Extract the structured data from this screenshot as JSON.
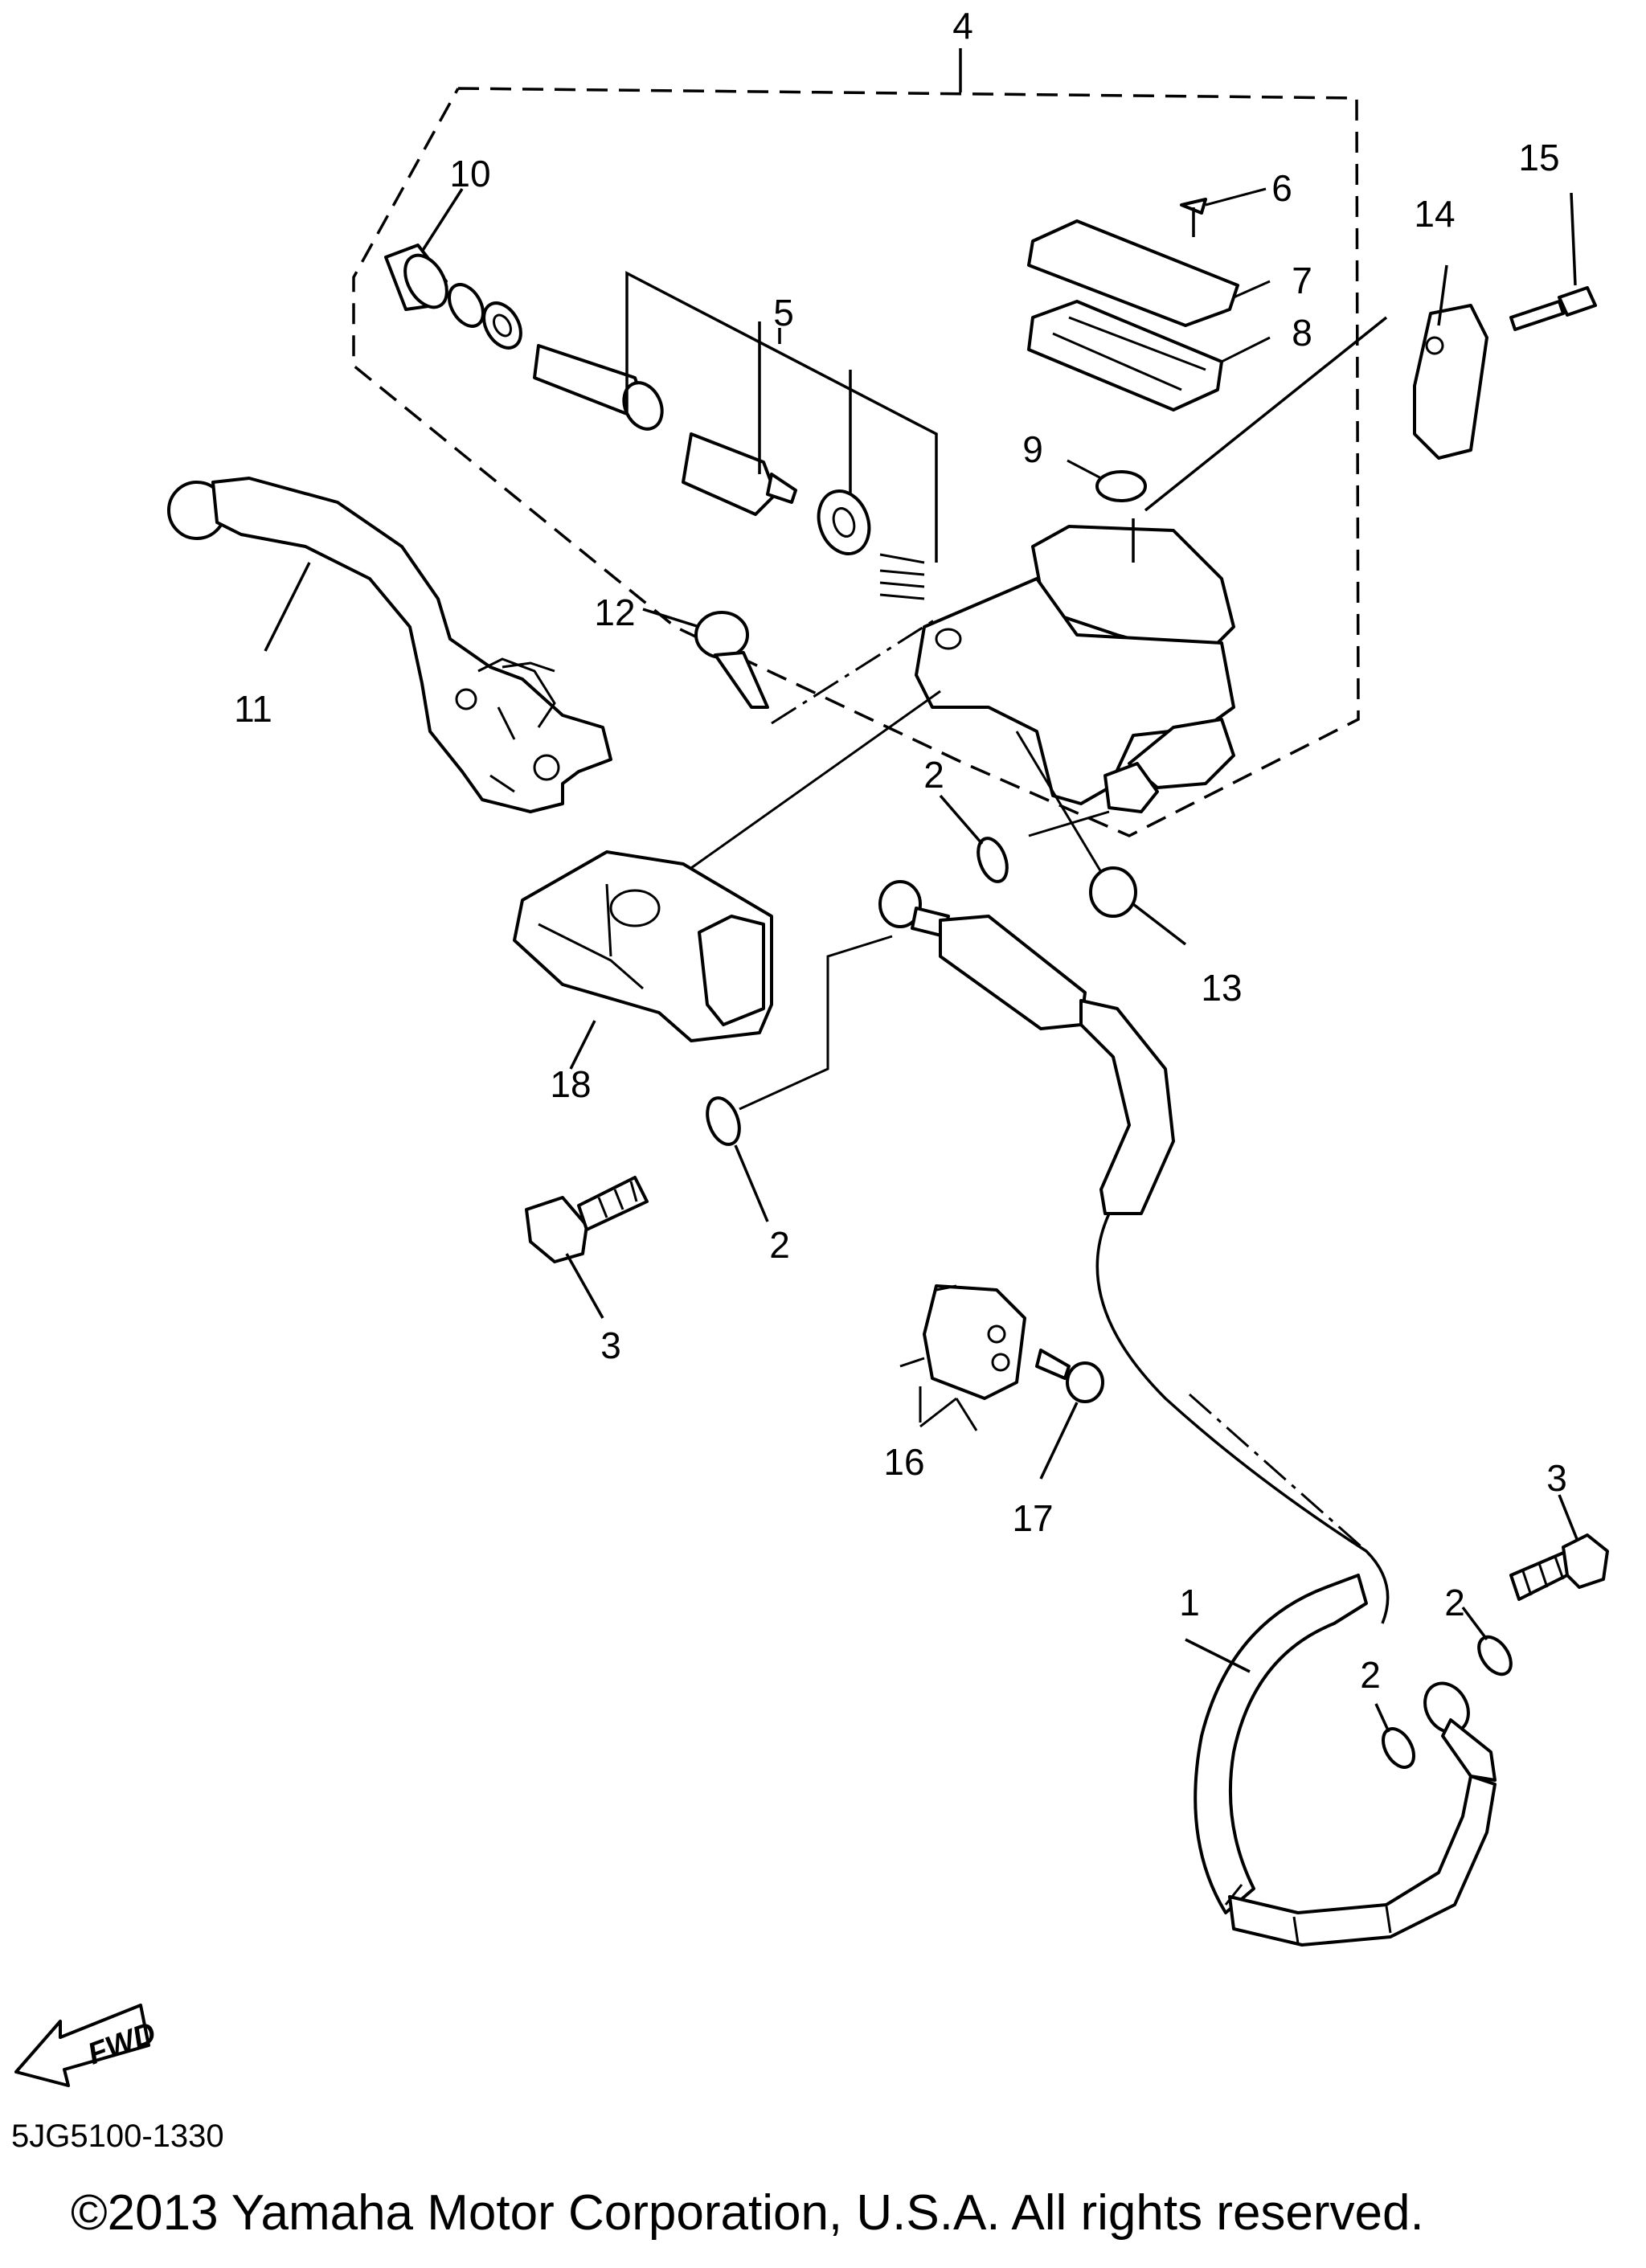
{
  "callouts": {
    "c1": "1",
    "c2a": "2",
    "c2b": "2",
    "c2c": "2",
    "c2d": "2",
    "c3a": "3",
    "c3b": "3",
    "c4": "4",
    "c5": "5",
    "c6": "6",
    "c7": "7",
    "c8": "8",
    "c9": "9",
    "c10": "10",
    "c11": "11",
    "c12": "12",
    "c13": "13",
    "c14": "14",
    "c15": "15",
    "c16": "16",
    "c17": "17",
    "c18": "18"
  },
  "fwd_arrow_label": "FWD",
  "diagram_code": "5JG5100-1330",
  "copyright": "©2013 Yamaha Motor Corporation, U.S.A. All rights reserved."
}
